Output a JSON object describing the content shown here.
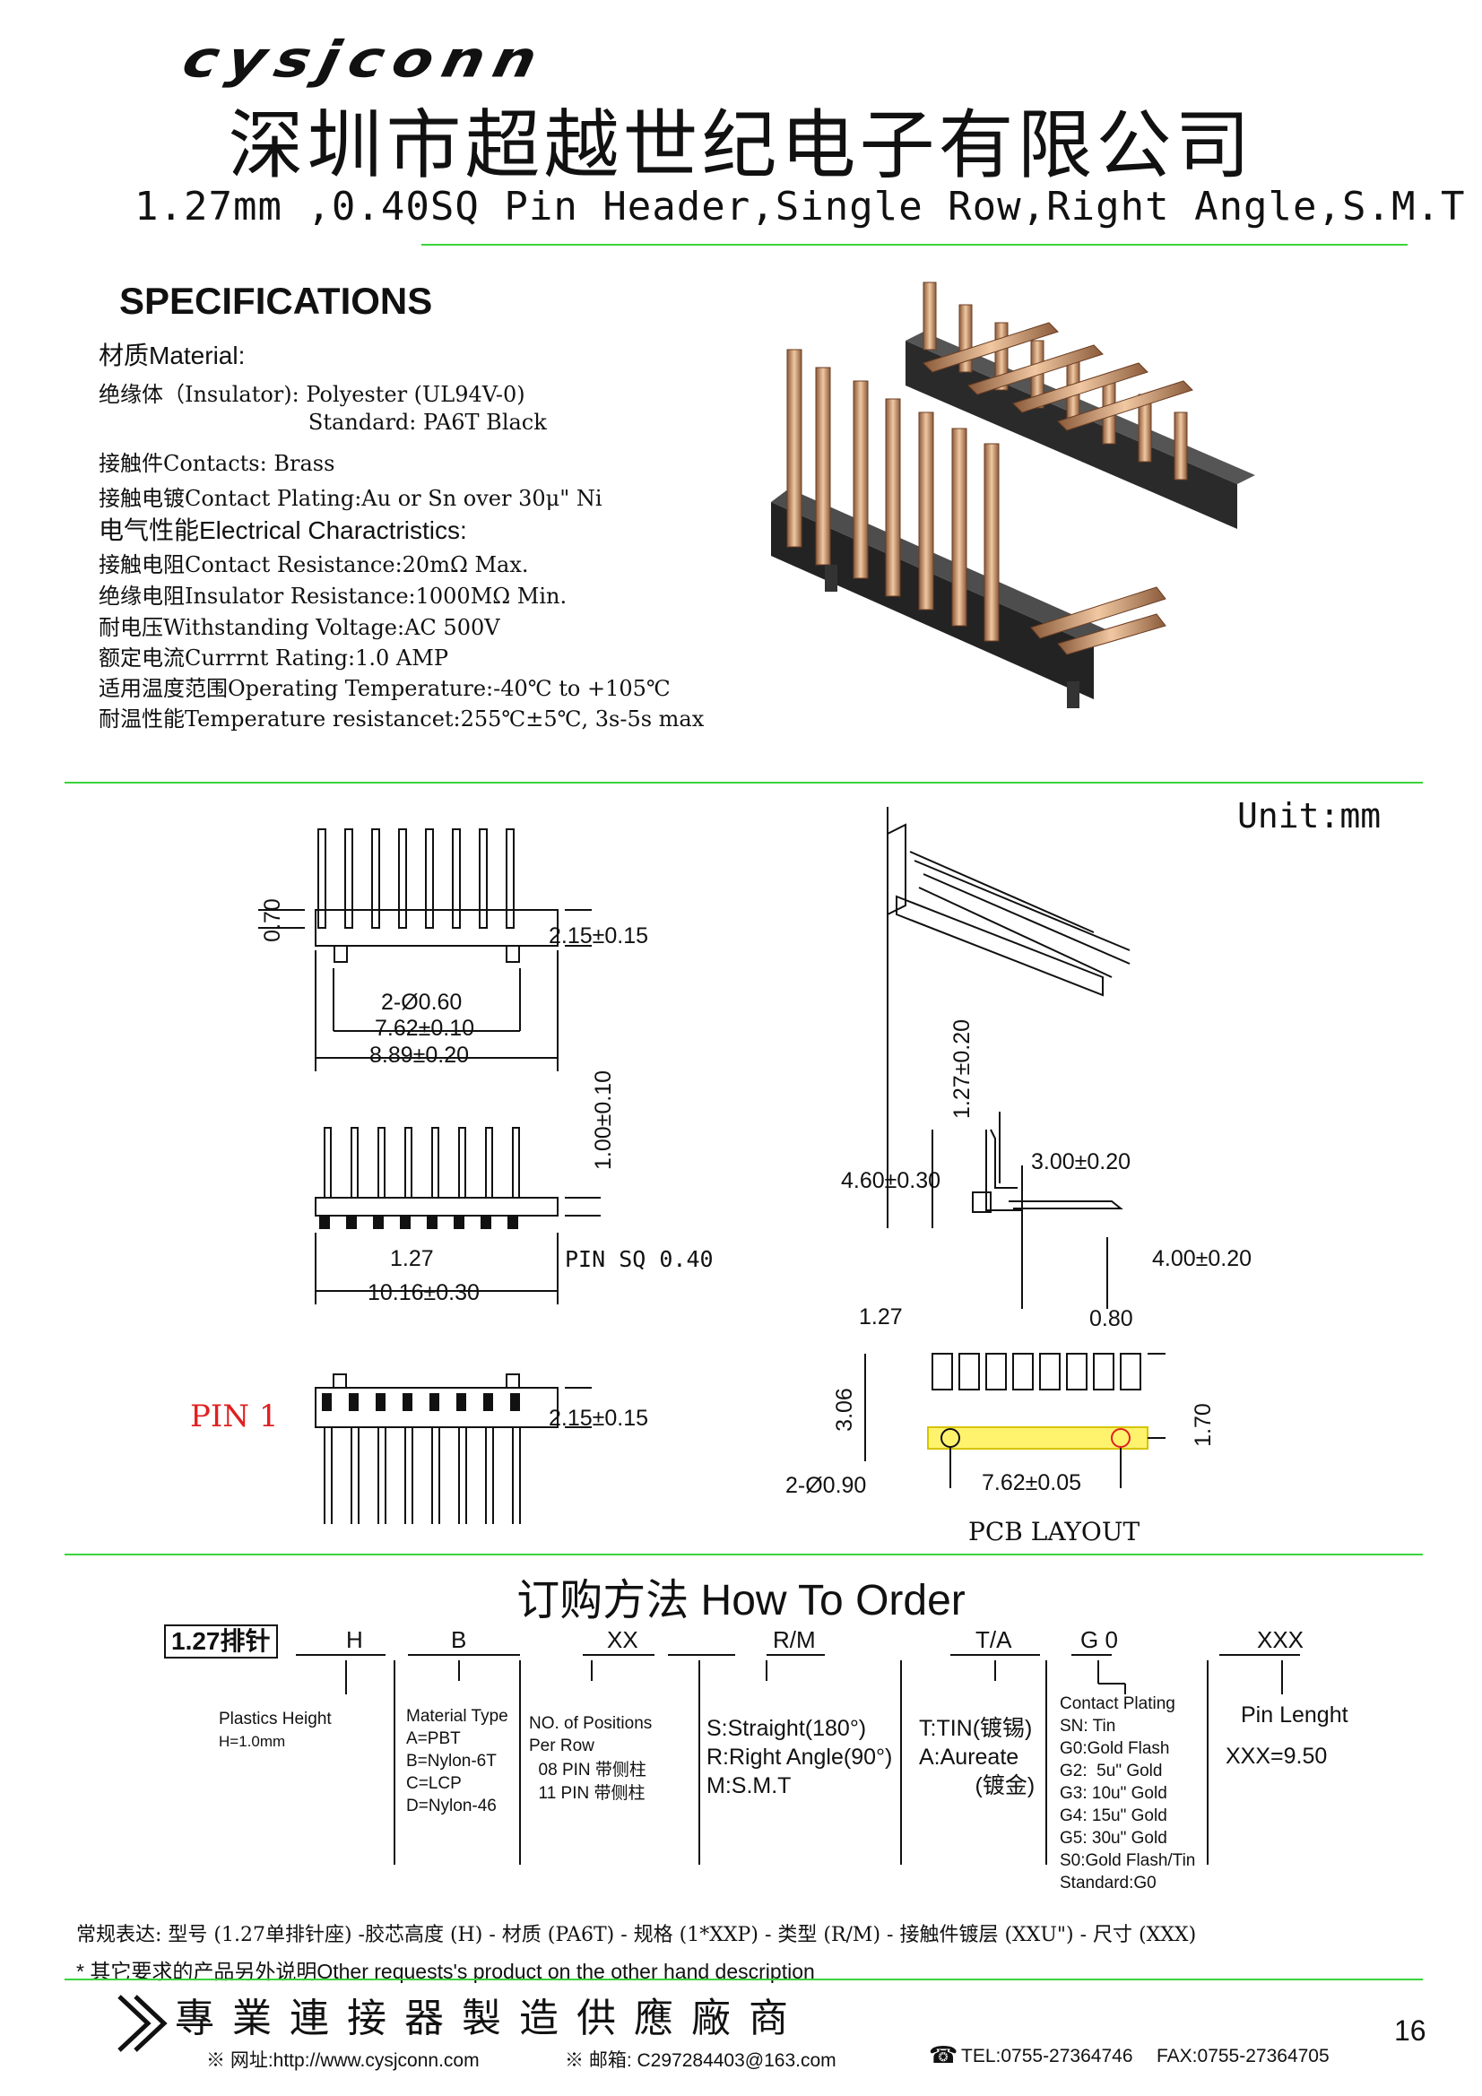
{
  "header": {
    "logo": "cysjconn",
    "company_cn": "深圳市超越世纪电子有限公司",
    "product_title": "1.27mm ,0.40SQ Pin Header,Single Row,Right Angle,S.M.T"
  },
  "specs": {
    "heading": "SPECIFICATIONS",
    "lines": [
      "材质Material:",
      "绝缘体（Insulator): Polyester (UL94V-0)",
      "           Standard: PA6T Black",
      "接触件Contacts: Brass",
      "接触电镀Contact Plating:Au or Sn over 30μ\" Ni",
      "电气性能Electrical Charactristics:",
      "接触电阻Contact Resistance:20mΩ Max.",
      "绝缘电阻Insulator Resistance:1000MΩ Min.",
      "耐电压Withstanding Voltage:AC 500V",
      "额定电流Currrnt Rating:1.0 AMP",
      "适用温度范围Operating Temperature:-40℃ to +105℃",
      "耐温性能Temperature resistancet:255℃±5℃, 3s-5s max"
    ]
  },
  "drawing": {
    "unit": "Unit:mm",
    "dims": {
      "d070": "0.70",
      "d215a": "2.15±0.15",
      "holes": "2-Ø0.60",
      "d762": "7.62±0.10",
      "d889": "8.89±0.20",
      "d100": "1.00±0.10",
      "d127": "1.27",
      "pinsq": "PIN SQ 0.40",
      "d1016": "10.16±0.30",
      "d215b": "2.15±0.15",
      "d127v": "1.27±0.20",
      "d460": "4.60±0.30",
      "d300": "3.00±0.20",
      "d400": "4.00±0.20",
      "p127": "1.27",
      "p080": "0.80",
      "p306": "3.06",
      "p170": "1.70",
      "p090": "2-Ø0.90",
      "p762": "7.62±0.05"
    },
    "pin1": "PIN 1",
    "pcb_layout": "PCB LAYOUT"
  },
  "order": {
    "heading": "订购方法  How To Order",
    "part_prefix": "1.27排针",
    "codes": [
      "H",
      "B",
      "XX",
      "R/M",
      "T/A",
      "G 0",
      "XXX"
    ],
    "height": [
      "Plastics Height",
      "H=1.0mm"
    ],
    "material": [
      "Material Type",
      "A=PBT",
      "B=Nylon-6T",
      "C=LCP",
      "D=Nylon-46"
    ],
    "positions": [
      "NO. of Positions",
      "Per Row",
      "  08 PIN 带侧柱",
      "  11 PIN 带侧柱"
    ],
    "style": [
      "S:Straight(180°)",
      "R:Right Angle(90°)",
      "M:S.M.T"
    ],
    "tin": [
      "T:TIN(镀锡)",
      "A:Aureate",
      "         (镀金)"
    ],
    "plating": [
      "Contact Plating",
      "SN: Tin",
      "G0:Gold Flash",
      "G2:  5u\" Gold",
      "G3: 10u\" Gold",
      "G4: 15u\" Gold",
      "G5: 30u\" Gold",
      "S0:Gold Flash/Tin",
      "Standard:G0"
    ],
    "length": [
      "Pin Lenght",
      "XXX=9.50"
    ]
  },
  "notes": {
    "line1": "常规表达: 型号 (1.27单排针座) -胶芯高度 (H) - 材质 (PA6T) - 规格 (1*XXP) - 类型 (R/M) - 接触件镀层 (XXU\") - 尺寸 (XXX)",
    "line2": "* 其它要求的产品另外说明Other requests's product on the other hand description"
  },
  "footer": {
    "slogan": "專業連接器製造供應廠商",
    "website": "※ 网址:http://www.cysjconn.com",
    "email": "※ 邮箱: C297284403@163.com",
    "tel": "TEL:0755-27364746",
    "fax": "FAX:0755-27364705",
    "page": "16"
  }
}
